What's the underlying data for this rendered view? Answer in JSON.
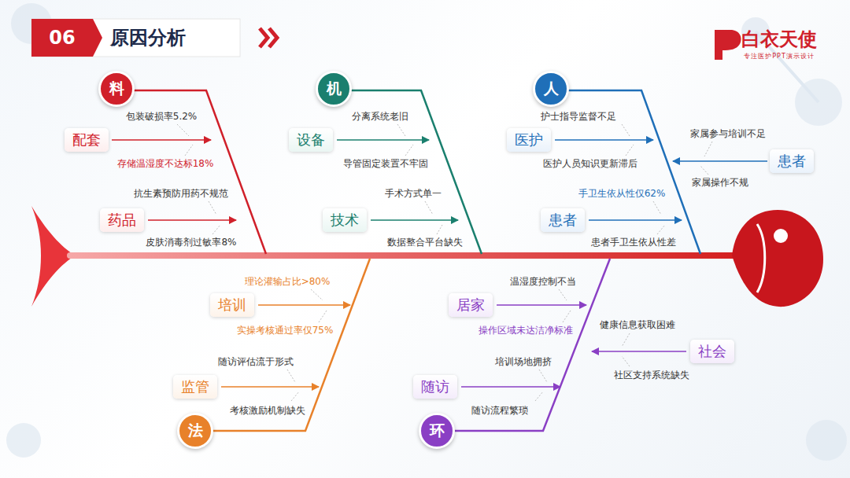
{
  "diagram": {
    "title": "原因分析",
    "nodes": [
      {
        "text": [
          "料"
        ]
      },
      {
        "text": [
          "配套"
        ]
      },
      {
        "text": [
          "药品"
        ]
      },
      {
        "text": [
          "机"
        ]
      },
      {
        "text": [
          "设备"
        ]
      },
      {
        "text": [
          "技术"
        ]
      },
      {
        "text": [
          "人"
        ]
      },
      {
        "text": [
          "医护"
        ]
      },
      {
        "text": [
          "患者"
        ]
      },
      {
        "text": [
          "患者"
        ]
      },
      {
        "text": [
          "培训"
        ]
      },
      {
        "text": [
          "监管"
        ]
      },
      {
        "text": [
          "法"
        ]
      },
      {
        "text": [
          "居家"
        ]
      },
      {
        "text": [
          "随访"
        ]
      },
      {
        "text": [
          "环"
        ]
      },
      {
        "text": [
          "社会"
        ]
      }
    ],
    "labels": [
      "06",
      "白衣天使",
      "专注医护PPT演示设计",
      "包装破损率5.2%",
      "存储温湿度不达标18%",
      "抗生素预防用药不规范",
      "皮肤消毒剂过敏率8%",
      "分离系统老旧",
      "导管固定装置不牢固",
      "手术方式单一",
      "数据整合平台缺失",
      "护士指导监督不足",
      "医护人员知识更新滞后",
      "手卫生依从性仅62%",
      "患者手卫生依从性差",
      "家属参与培训不足",
      "家属操作不规",
      "理论灌输占比>80%",
      "实操考核通过率仅75%",
      "随访评估流于形式",
      "考核激励机制缺失",
      "温湿度控制不当",
      "操作区域未达洁净标准",
      "培训场地拥挤",
      "随访流程繁琐",
      "健康信息获取困难",
      "社区支持系统缺失"
    ]
  }
}
